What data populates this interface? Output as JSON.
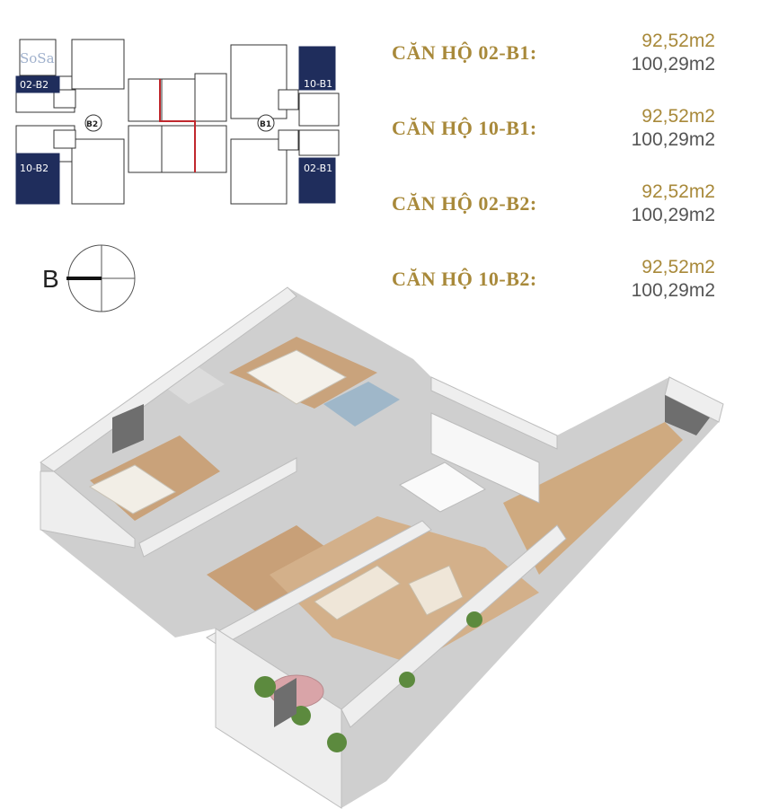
{
  "watermark": "SoSa",
  "key_plan": {
    "units": [
      "02-B2",
      "10-B1",
      "10-B2",
      "02-B1"
    ],
    "cores": [
      "B2",
      "B1"
    ],
    "highlight_color": "#1f2d5c"
  },
  "compass": {
    "letter": "B"
  },
  "areas": [
    {
      "name": "CĂN HỘ 02-B1:",
      "value_1": "92,52m2",
      "value_2": "100,29m2"
    },
    {
      "name": "CĂN HỘ 10-B1:",
      "value_1": "92,52m2",
      "value_2": "100,29m2"
    },
    {
      "name": "CĂN HỘ 02-B2:",
      "value_1": "92,52m2",
      "value_2": "100,29m2"
    },
    {
      "name": "CĂN HỘ 10-B2:",
      "value_1": "92,52m2",
      "value_2": "100,29m2"
    }
  ],
  "colors": {
    "title_gold": "#a8893a",
    "value_gray": "#555555",
    "navy": "#1f2d5c"
  }
}
